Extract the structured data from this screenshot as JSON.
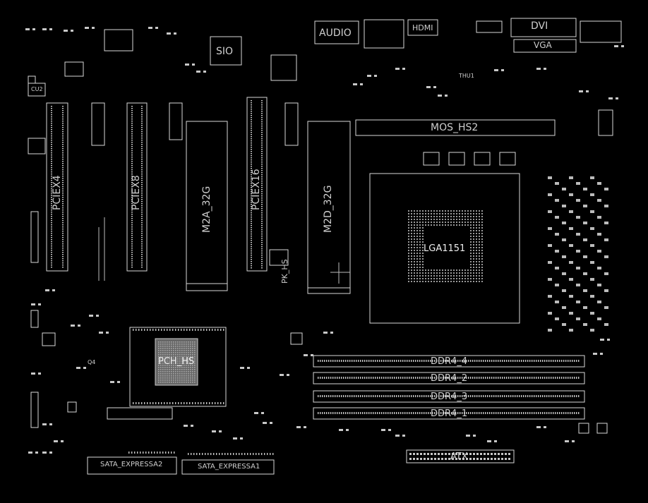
{
  "colors": {
    "background": "#000000",
    "outline": "#d8d8d8",
    "pads": "#c8c8c8",
    "chip_fill": "#888888"
  },
  "labels": {
    "audio": "AUDIO",
    "hdmi": "HDMI",
    "dvi": "DVI",
    "vga": "VGA",
    "sio": "SIO",
    "mos_hs2": "MOS_HS2",
    "pciex4": "PCIEX4",
    "pciex8": "PCIEX8",
    "pciex16": "PCIEX16",
    "m2a": "M2A_32G",
    "m2d": "M2D_32G",
    "pch_hs": "PCH_HS",
    "ddr4_4": "DDR4_4",
    "ddr4_2": "DDR4_2",
    "ddr4_3": "DDR4_3",
    "ddr4_1": "DDR4_1",
    "atx": "ATX",
    "sata_expressa2": "SATA_EXPRESSA2",
    "sata_expressa1": "SATA_EXPRESSA1",
    "pk_hs": "PK_HS",
    "q4": "Q4",
    "cu2": "CU2",
    "thu1": "THU1",
    "cpu_socket": "LGA1151"
  }
}
